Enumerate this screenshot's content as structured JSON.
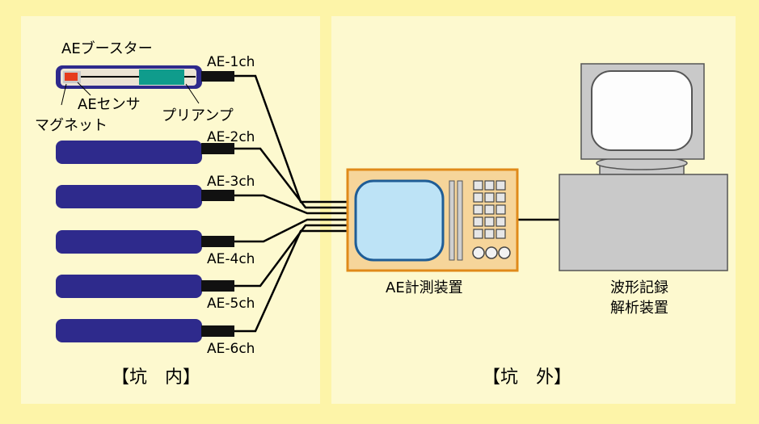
{
  "regions": {
    "inside_label": "【坑　内】",
    "outside_label": "【坑　外】"
  },
  "booster": {
    "title": "AEブースター",
    "sensor_label": "AEセンサ",
    "magnet_label": "マグネット",
    "preamp_label": "プリアンプ"
  },
  "channels": [
    "AE-1ch",
    "AE-2ch",
    "AE-3ch",
    "AE-4ch",
    "AE-5ch",
    "AE-6ch"
  ],
  "devices": {
    "ae_instrument_label": "AE計測装置",
    "analyzer_label_line1": "波形記録",
    "analyzer_label_line2": "解析装置"
  },
  "colors": {
    "background": "#fdf4a8",
    "panel": "#fdf9cf",
    "booster_body": "#2e2a8c",
    "instrument_body": "#f6d59a",
    "instrument_border": "#e08a1a",
    "screen": "#bde3f6",
    "computer_gray": "#c9c9c9",
    "sensor_red": "#e63b1c",
    "preamp_teal": "#0f9c8c"
  }
}
